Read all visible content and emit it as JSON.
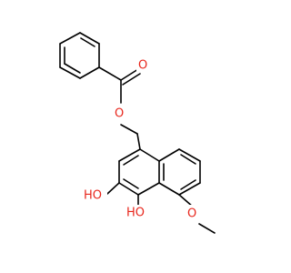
{
  "molecule": {
    "atoms": {
      "ester_oxygen_carbonyl": "O",
      "ester_oxygen_bridge": "O",
      "hydroxyl_top": "HO",
      "hydroxyl_bottom": "HO",
      "methoxy_oxygen": "O"
    },
    "colors": {
      "bond": "#000000",
      "heteroatom": "#e8261c",
      "background": "#ffffff"
    }
  }
}
